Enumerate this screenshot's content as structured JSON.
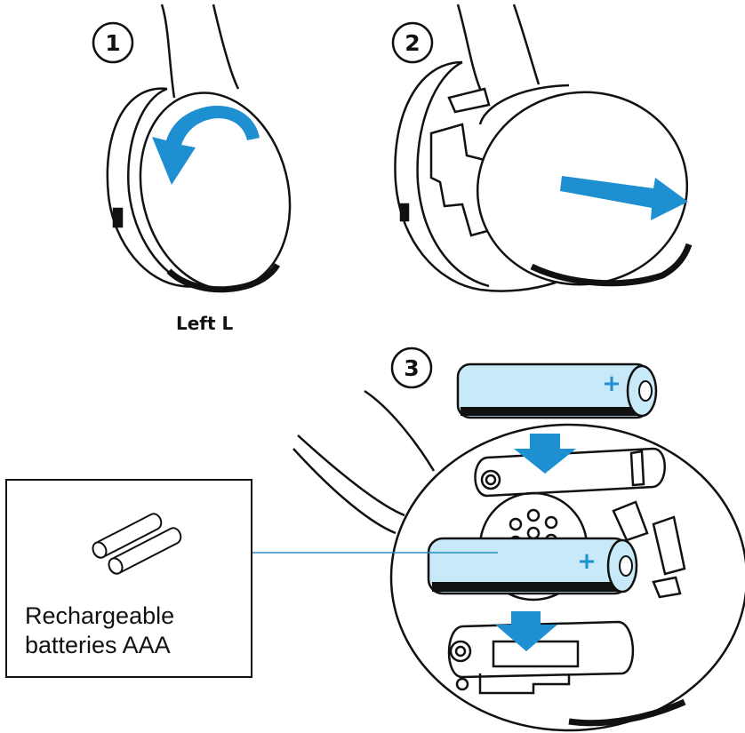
{
  "steps": [
    {
      "number": "1"
    },
    {
      "number": "2"
    },
    {
      "number": "3"
    }
  ],
  "captions": {
    "side_label": "Left L"
  },
  "legend": {
    "line1": "Rechargeable",
    "line2": "batteries AAA"
  },
  "battery_polarity": "+",
  "colors": {
    "arrow_blue": "#1e8fd0",
    "battery_blue": "#c8e9f7",
    "line": "#111111",
    "callout_line": "#2a8fc5"
  },
  "icons": [
    "rotate-arrow-icon",
    "pull-arrow-icon",
    "insert-arrow-icon",
    "battery-pair-icon"
  ]
}
